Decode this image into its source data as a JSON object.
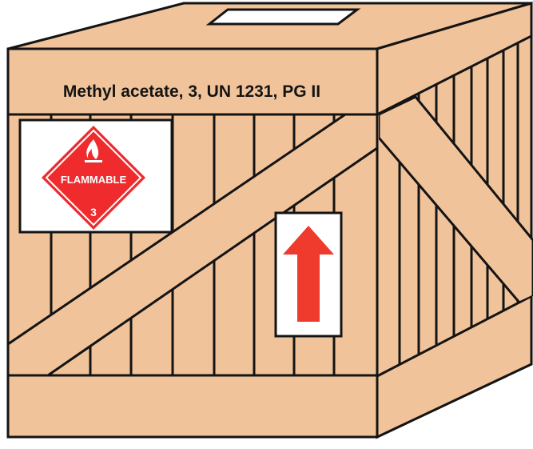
{
  "shipping_mark": "Methyl acetate, 3, UN 1231, PG II",
  "hazard_label": {
    "word": "FLAMMABLE",
    "class_number": "3",
    "symbol": "flame-icon"
  },
  "orientation_label": {
    "symbol": "arrow-up-icon"
  },
  "colors": {
    "wood": "#f1c39a",
    "wood_shade": "#e6b68c",
    "outline": "#141414",
    "label_red": "#ef2b2d",
    "label_white": "#ffffff",
    "arrow_red": "#ee3b2e"
  }
}
